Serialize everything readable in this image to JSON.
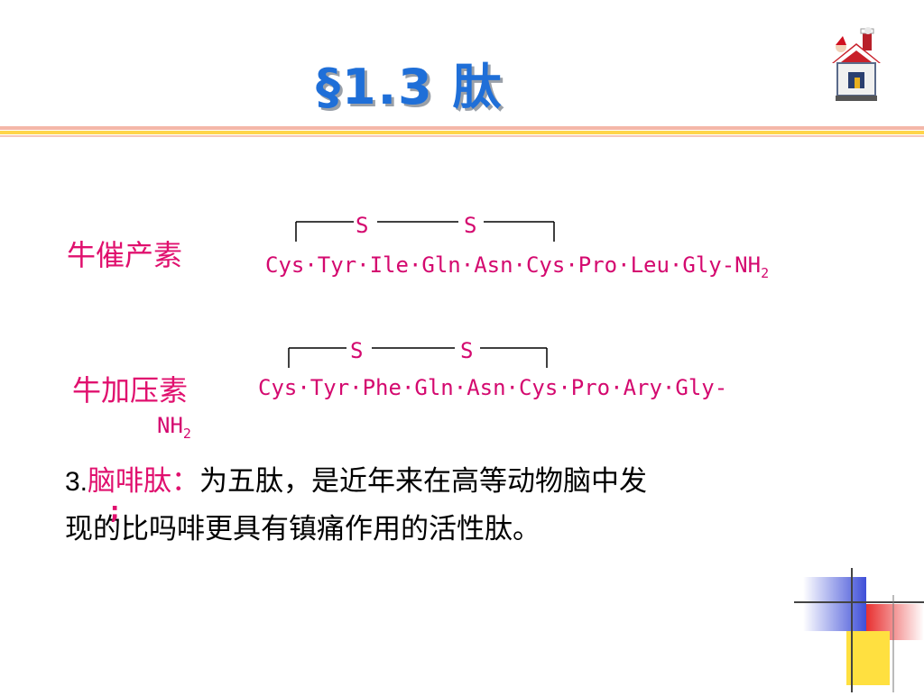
{
  "title": "§1.3 肽",
  "peptides": [
    {
      "name": "牛催产素",
      "sequence": "Cys·Tyr·Ile·Gln·Asn·Cys·Pro·Leu·Gly-NH",
      "subscript": "2",
      "bridge_labels": [
        "S",
        "S"
      ]
    },
    {
      "name": "牛加压素",
      "sequence": "Cys·Tyr·Phe·Gln·Asn·Cys·Pro·Ary·Gly-",
      "tail": "NH",
      "subscript": "2",
      "bridge_labels": [
        "S",
        "S"
      ]
    }
  ],
  "paragraph": {
    "number": "3.",
    "term": "脑啡肽：",
    "text_line1": "为五肽，是近年来在高等动物脑中发",
    "text_line2": "现的比吗啡更具有镇痛作用的活性肽。",
    "stray_mark": ";"
  },
  "icons": {
    "house": "home-icon",
    "corner": "corner-decoration-icon"
  },
  "colors": {
    "title": "#1f6fd8",
    "accent": "#e0106e",
    "band": "#ffd54a"
  }
}
